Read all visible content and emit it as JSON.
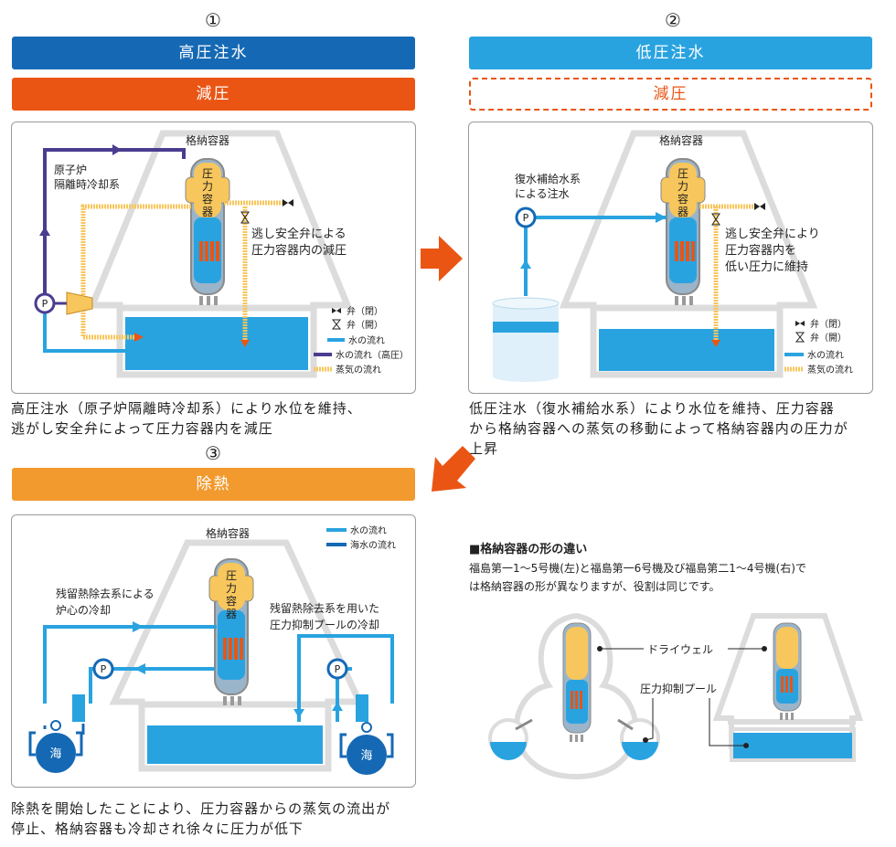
{
  "colors": {
    "dark_blue": "#1569b4",
    "light_blue": "#29a3e0",
    "orange_red": "#ea5514",
    "orange": "#f29a2e",
    "purple": "#4a3d8f",
    "steam": "#f7c65c",
    "water": "#29a3e0",
    "sea": "#1569b4",
    "gray": "#dcdcdc"
  },
  "step1": {
    "number": "①",
    "bar_top": "高圧注水",
    "bar_bottom": "減圧",
    "container_label": "格納容器",
    "vessel_label": "圧力容器",
    "system_label_1": "原子炉",
    "system_label_2": "隔離時冷却系",
    "valve_note_1": "逃し安全弁による",
    "valve_note_2": "圧力容器内の減圧",
    "pump_label": "P",
    "legend": {
      "valve_closed": "弁（閉）",
      "valve_open": "弁（開）",
      "water_flow": "水の流れ",
      "water_flow_high": "水の流れ（高圧）",
      "steam_flow": "蒸気の流れ"
    },
    "caption_1": "高圧注水（原子炉隔離時冷却系）により水位を維持、",
    "caption_2": "逃がし安全弁によって圧力容器内を減圧"
  },
  "step2": {
    "number": "②",
    "bar_top": "低圧注水",
    "bar_bottom": "減圧",
    "container_label": "格納容器",
    "vessel_label": "圧力容器",
    "system_label_1": "復水補給水系",
    "system_label_2": "による注水",
    "valve_note_1": "逃し安全弁により",
    "valve_note_2": "圧力容器内を",
    "valve_note_3": "低い圧力に維持",
    "pump_label": "P",
    "legend": {
      "valve_closed": "弁（閉）",
      "valve_open": "弁（開）",
      "water_flow": "水の流れ",
      "steam_flow": "蒸気の流れ"
    },
    "caption_1": "低圧注水（復水補給水系）により水位を維持、圧力容器",
    "caption_2": "から格納容器への蒸気の移動によって格納容器内の圧力が",
    "caption_3": "上昇"
  },
  "step3": {
    "number": "③",
    "bar": "除熱",
    "container_label": "格納容器",
    "vessel_label": "圧力容器",
    "left_label_1": "残留熱除去系による",
    "left_label_2": "炉心の冷却",
    "right_label_1": "残留熱除去系を用いた",
    "right_label_2": "圧力抑制プールの冷却",
    "sea_label": "海",
    "pump_label": "P",
    "legend": {
      "water_flow": "水の流れ",
      "sea_flow": "海水の流れ"
    },
    "caption_1": "除熱を開始したことにより、圧力容器からの蒸気の流出が",
    "caption_2": "停止、格納容器も冷却され徐々に圧力が低下"
  },
  "shapes": {
    "heading": "■格納容器の形の違い",
    "text_1": "福島第一1～5号機(左)と福島第一6号機及び福島第二1～4号機(右)で",
    "text_2": "は格納容器の形が異なりますが、役割は同じです。",
    "label_drywell": "ドライウェル",
    "label_pool": "圧力抑制プール"
  }
}
